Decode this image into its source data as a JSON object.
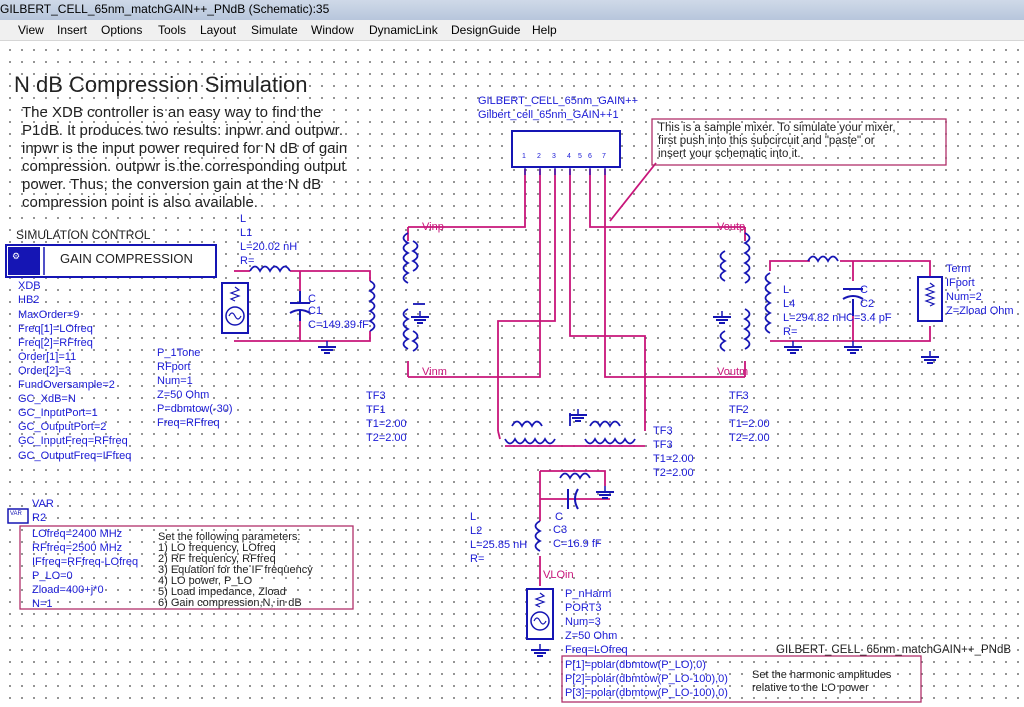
{
  "window": {
    "title": "GILBERT_CELL_65nm_matchGAIN++_PNdB (Schematic):35"
  },
  "menu": [
    "View",
    "Insert",
    "Options",
    "Tools",
    "Layout",
    "Simulate",
    "Window",
    "DynamicLink",
    "DesignGuide",
    "Help"
  ],
  "heading": "N dB Compression Simulation",
  "description": [
    "The XDB controller is an easy way to find the",
    "P1dB.  It produces two results: inpwr and outpwr.",
    "inpwr is the input power required for N dB of gain",
    "compression.  outpwr is the corresponding output",
    "power.  Thus, the conversion gain at the N dB",
    "compression point is also available."
  ],
  "sim_control": {
    "label": "SIMULATION CONTROL",
    "button": "GAIN COMPRESSION"
  },
  "xdb": [
    "XDB",
    "HB2",
    "MaxOrder=9",
    "Freq[1]=LOfreq",
    "Freq[2]=RFfreq",
    "Order[1]=11",
    "Order[2]=3",
    "FundOversample=2",
    "GC_XdB=N",
    "GC_InputPort=1",
    "GC_OutputPort=2",
    "GC_InputFreq=RFfreq",
    "GC_OutputFreq=IFfreq"
  ],
  "ind_l1": [
    "L",
    "L1",
    "L=20.02 nH",
    "R="
  ],
  "cap_c1": [
    "C",
    "C1",
    "C=149.39 fF"
  ],
  "p1tone": [
    "P_1Tone",
    "RFport",
    "Num=1",
    "Z=50 Ohm",
    "P=dbmtow(-30)",
    "Freq=RFfreq"
  ],
  "subcircuit": {
    "name": "GILBERT_CELL_65nm_GAIN++",
    "instance": "Gilbert_cell_65nm_GAIN++1",
    "pins": [
      "1",
      "2",
      "3",
      "4",
      "5",
      "6",
      "7"
    ]
  },
  "note_mixer": [
    "This is a sample mixer.  To simulate your mixer,",
    "first push into this subcircuit and \"paste\" or",
    "insert your schematic into it."
  ],
  "net_labels": {
    "vinp": "Vinp",
    "vinm": "Vinm",
    "voutp": "Voutp",
    "voutm": "Voutm",
    "vloin": "VLOin"
  },
  "tf1": [
    "TF3",
    "TF1",
    "T1=2.00",
    "T2=2.00"
  ],
  "tf2": [
    "TF3",
    "TF2",
    "T1=2.00",
    "T2=2.00"
  ],
  "tf3": [
    "TF3",
    "TF3",
    "T1=2.00",
    "T2=2.00"
  ],
  "ind_l4": [
    "L",
    "L4",
    "L=294.82 nH",
    "R="
  ],
  "cap_c2": [
    "C",
    "C2",
    "C=3.4 pF"
  ],
  "term": [
    "Term",
    "IFport",
    "Num=2",
    "Z=Zload Ohm"
  ],
  "var": {
    "icon": "VAR",
    "title": "VAR",
    "name": "R2",
    "params": [
      "LOfreq=2400 MHz",
      "RFfreq=2500 MHz",
      "IFfreq=RFfreq-LOfreq",
      "P_LO=0",
      "Zload=400+j*0",
      "N=1"
    ]
  },
  "param_notes": [
    "Set the following parameters:",
    "1)  LO frequency, LOfreq",
    "2)  RF frequency, RFfreq",
    "3)  Equation for the IF frequency",
    "4)  LO power, P_LO",
    "5)  Load impedance, Zload",
    "6)  Gain compression,N,  in dB"
  ],
  "ind_l2": [
    "L",
    "L2",
    "L=25.85 nH",
    "R="
  ],
  "cap_c3": [
    "C",
    "C3",
    "C=16.9 fF"
  ],
  "pnharm": [
    "P_nHarm",
    "PORT3",
    "Num=3",
    "Z=50 Ohm",
    "Freq=LOfreq"
  ],
  "design_name": "GILBERT_CELL_65nm_matchGAIN++_PNdB",
  "harm_params": [
    "P[1]=polar(dbmtow(P_LO),0)",
    "P[2]=polar(dbmtow(P_LO-100),0)",
    "P[3]=polar(dbmtow(P_LO-100),0)"
  ],
  "harm_note": [
    "Set the harmonic amplitudes",
    "relative to the LO power"
  ],
  "colors": {
    "wire": "#c8157a",
    "component": "#1515b4",
    "text": "#1b1bd6",
    "box": "#b0306a"
  }
}
